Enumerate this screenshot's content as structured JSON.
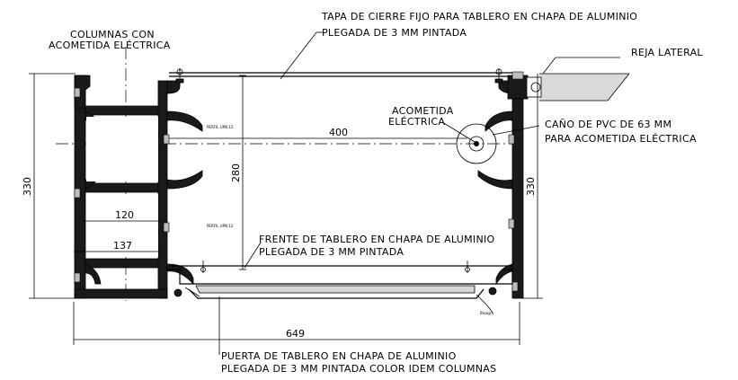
{
  "labels": {
    "columnas": [
      "COLUMNAS CON",
      "ACOMETIDA ELÉCTRICA"
    ],
    "tapa": [
      "TAPA DE CIERRE FIJO PARA TABLERO EN CHAPA DE ALUMINIO",
      "PLEGADA DE 3 MM PINTADA"
    ],
    "reja": "REJA LATERAL",
    "acometida": [
      "ACOMETIDA",
      "ELÉCTRICA"
    ],
    "cano": [
      "CAÑO DE PVC DE 63 MM",
      "PARA ACOMETIDA ELÉCTRICA"
    ],
    "frente": [
      "FRENTE DE TABLERO EN CHAPA DE ALUMINIO",
      "PLEGADA DE 3 MM PINTADA"
    ],
    "puerta": [
      "PUERTA DE TABLERO EN CHAPA DE ALUMINIO",
      "PLEGADA DE 3 MM PINTADA COLOR IDEM COLUMNAS"
    ],
    "perfil_top": "PERFIL UPN 12",
    "perfil_bottom": "PERFIL UPN 12",
    "bisagra": "Bisagra"
  },
  "dimensions": {
    "width_400": "400",
    "height_280": "280",
    "width_120": "120",
    "width_137": "137",
    "total_649": "649",
    "left_330": "330",
    "right_330": "330"
  }
}
